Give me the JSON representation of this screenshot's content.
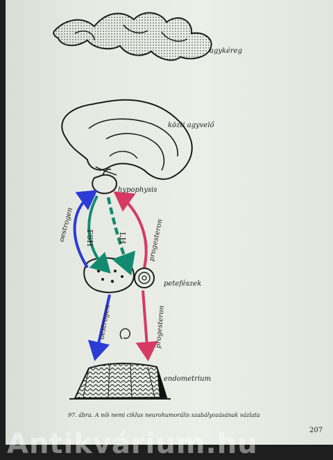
{
  "labels": {
    "cortex": "agykéreg",
    "diencephalon": "közti agyvelő",
    "hypophysis": "hypophysis",
    "ovary": "petefészek",
    "endometrium": "endometrium"
  },
  "arrows": {
    "oestrogen_up": "oestrogen",
    "fsh": "FSH",
    "lh": "LH",
    "progesteron_up": "progesteron",
    "oestrogen_down": "oestrogen",
    "progesteron_down": "progesteron"
  },
  "colors": {
    "blue": "#2b3bd6",
    "green": "#138a6f",
    "red": "#d63a62",
    "ink": "#1b1b1b"
  },
  "caption": "97. ábra. A női nemi ciklus neurohumorális szabályozásának vázlata",
  "page_number": "207",
  "watermark": "Antikvárium.hu"
}
